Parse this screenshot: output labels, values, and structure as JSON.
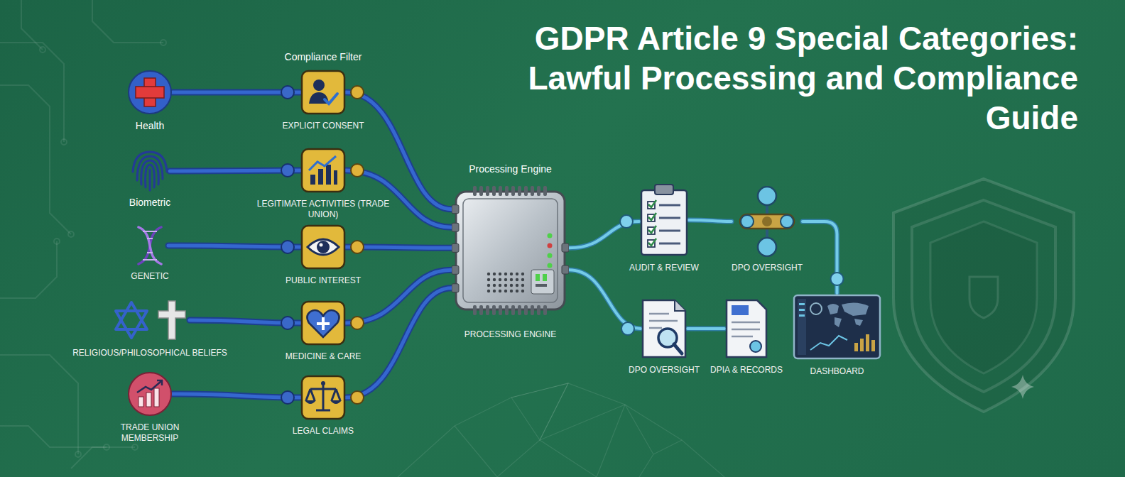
{
  "diagram": {
    "title": "GDPR Article 9 Special Categories: Lawful Processing and Compliance Guide",
    "nodes": [
      {
        "text": [
          "Health"
        ]
      },
      {
        "text": [
          "Biometric"
        ]
      },
      {
        "text": [
          "GENETIC"
        ]
      },
      {
        "text": [
          "RELIGIOUS/PHILOSOPHICAL BELIEFS"
        ]
      },
      {
        "text": [
          "TRADE UNION MEMBERSHIP"
        ]
      },
      {
        "text": [
          "EXPLICIT CONSENT"
        ]
      },
      {
        "text": [
          "LEGITIMATE ACTIVITIES (TRADE UNION)"
        ]
      },
      {
        "text": [
          "PUBLIC INTEREST"
        ]
      },
      {
        "text": [
          "MEDICINE & CARE"
        ]
      },
      {
        "text": [
          "LEGAL CLAIMS"
        ]
      },
      {
        "text": [
          "Processing Engine",
          "PROCESSING ENGINE"
        ]
      },
      {
        "text": [
          "AUDIT & REVIEW"
        ]
      },
      {
        "text": [
          "DPO OVERSIGHT"
        ]
      },
      {
        "text": [
          "DPO OVERSIGHT"
        ]
      },
      {
        "text": [
          "DPIA & RECORDS"
        ]
      },
      {
        "text": [
          "DASHBOARD"
        ]
      }
    ],
    "edges": [
      {
        "from": 0,
        "to": 5,
        "arrow": "none"
      },
      {
        "from": 1,
        "to": 6,
        "arrow": "none"
      },
      {
        "from": 2,
        "to": 7,
        "arrow": "none"
      },
      {
        "from": 3,
        "to": 8,
        "arrow": "none"
      },
      {
        "from": 4,
        "to": 9,
        "arrow": "none"
      },
      {
        "from": 5,
        "to": 10,
        "arrow": "none"
      },
      {
        "from": 6,
        "to": 10,
        "arrow": "none"
      },
      {
        "from": 7,
        "to": 10,
        "arrow": "none"
      },
      {
        "from": 8,
        "to": 10,
        "arrow": "none"
      },
      {
        "from": 9,
        "to": 10,
        "arrow": "none"
      },
      {
        "from": 10,
        "to": 11,
        "arrow": "none"
      },
      {
        "from": 11,
        "to": 12,
        "arrow": "none"
      },
      {
        "from": 12,
        "to": 15,
        "arrow": "none"
      },
      {
        "from": 10,
        "to": 13,
        "arrow": "none"
      },
      {
        "from": 13,
        "to": 14,
        "arrow": "none"
      }
    ],
    "labels": [
      "Compliance Filter"
    ]
  }
}
